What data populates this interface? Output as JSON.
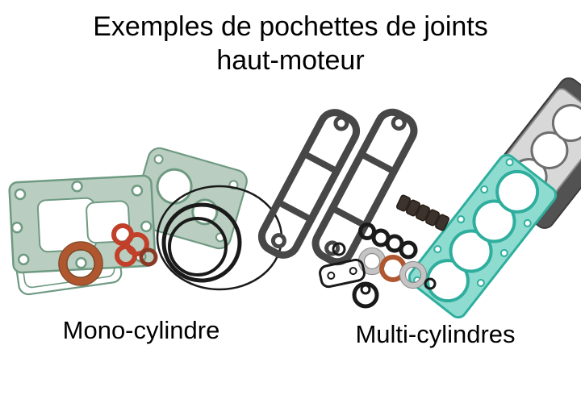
{
  "title": {
    "line1": "Exemples de pochettes de joints",
    "line2": "haut-moteur"
  },
  "captions": {
    "mono": "Mono-cylindre",
    "multi": "Multi-cylindres"
  },
  "colors": {
    "background": "#ffffff",
    "text": "#000000",
    "gasket_green": "#b9cec0",
    "gasket_green_stroke": "#6f9a82",
    "gasket_teal": "#8edcd0",
    "gasket_teal_stroke": "#2fae9e",
    "copper": "#b0572f",
    "red_ring": "#c2402a",
    "seal_black": "#1a1a1a",
    "seal_brown": "#3c332c",
    "frame_gray": "#474747",
    "plate_gray": "#d8d8d8"
  }
}
